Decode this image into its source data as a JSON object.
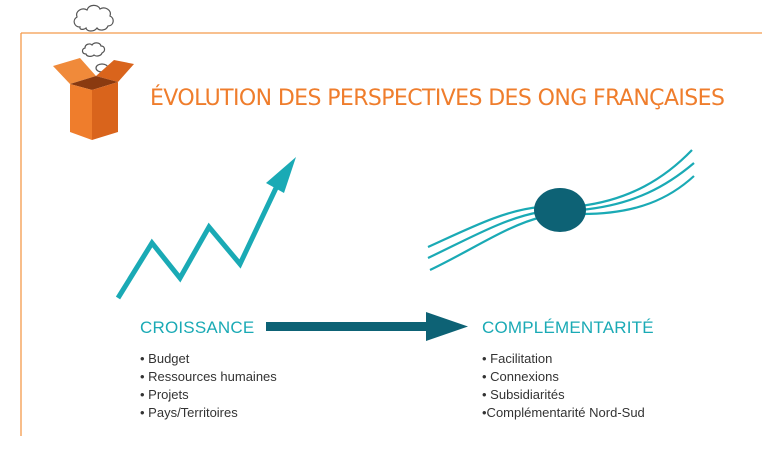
{
  "title": "ÉVOLUTION DES PERSPECTIVES DES ONG FRANÇAISES",
  "colors": {
    "frame": "#f39a4c",
    "title": "#ef7d2c",
    "teal": "#1aaab5",
    "arrow": "#0d6275",
    "node": "#0d6275",
    "box_front": "#ef7d2c",
    "box_side": "#d9641c",
    "text": "#333333"
  },
  "left": {
    "heading": "CROISSANCE",
    "items": [
      "• Budget",
      "• Ressources humaines",
      "• Projets",
      "• Pays/Territoires"
    ]
  },
  "right": {
    "heading": "COMPLÉMENTARITÉ",
    "items": [
      "• Facilitation",
      "• Connexions",
      "• Subsidiarités",
      "•Complémentarité Nord-Sud"
    ]
  },
  "icons": {
    "logo": "open-box-with-thought-clouds-icon",
    "growth": "zigzag-growth-arrow-icon",
    "transition": "right-arrow-icon",
    "network": "converging-lines-node-icon"
  }
}
